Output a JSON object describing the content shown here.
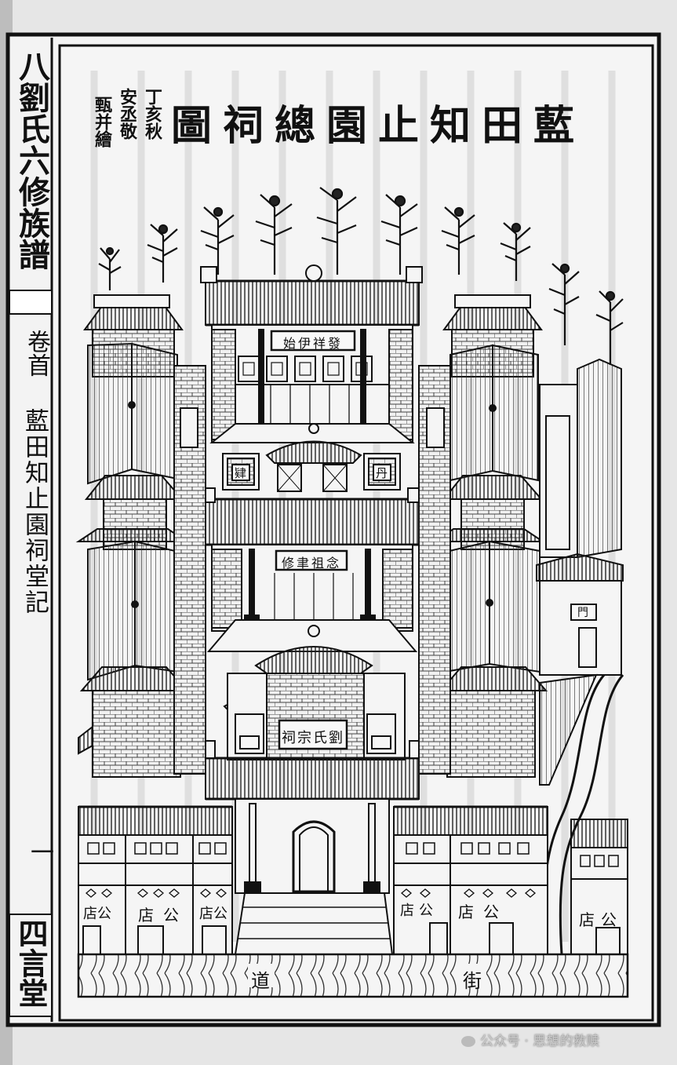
{
  "title": "藍田知止園總祠圖",
  "inscription": {
    "col1": "丁亥秋",
    "col2": "安丞敬",
    "col3": "甄并繪"
  },
  "margin": {
    "book_title": "八劉氏六修族譜",
    "volume": "卷首",
    "section": "藍田知止園祠堂記",
    "page_no": "一",
    "hall": "四言堂"
  },
  "plaques": {
    "upper": "發祥伊始",
    "middle": "念祖聿修",
    "lower": "劉氏宗祠",
    "side_left": "肄",
    "side_right": "丹",
    "right_small": "門"
  },
  "shops": [
    "公店",
    "公店",
    "公店",
    "公店",
    "公店",
    "公店"
  ],
  "street": {
    "left": "道",
    "right": "街"
  },
  "watermark": "公众号 · 思想的救赎"
}
